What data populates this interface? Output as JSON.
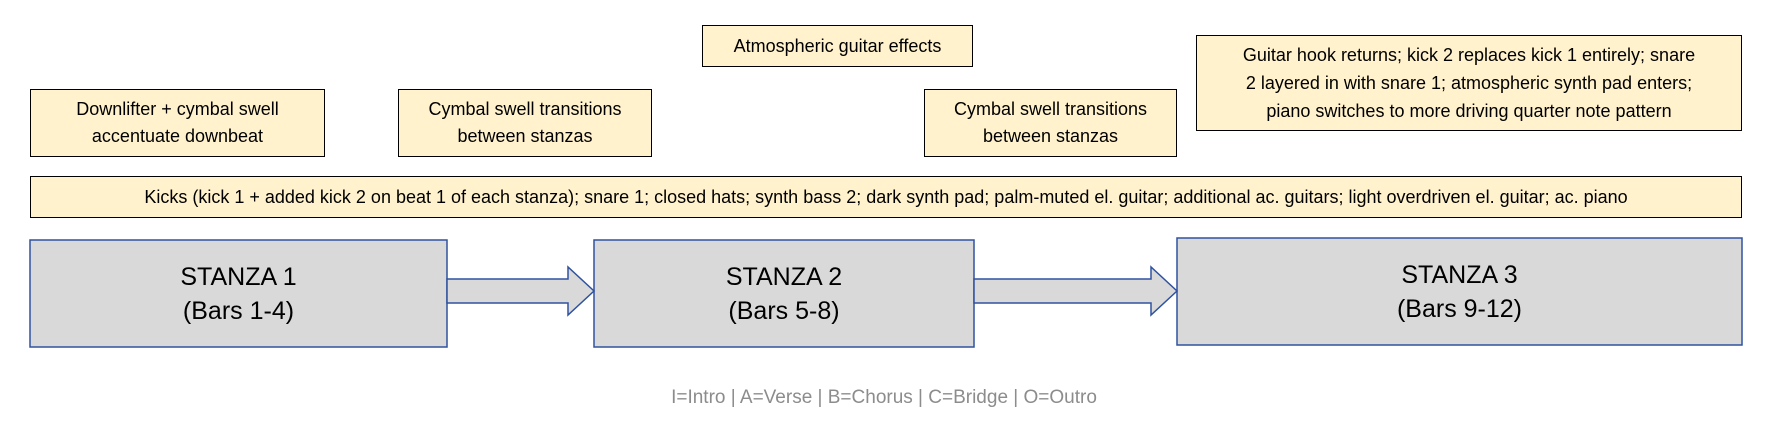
{
  "colors": {
    "note_fill": "#fff2cc",
    "stanza_fill": "#d9d9d9",
    "stanza_border": "#2f52a0",
    "legend_text": "#8c8c8c"
  },
  "notes": {
    "atmospheric": "Atmospheric guitar effects",
    "downlifter": {
      "line1": "Downlifter + cymbal swell",
      "line2": "accentuate downbeat"
    },
    "swell_1": {
      "line1": "Cymbal swell transitions",
      "line2": "between stanzas"
    },
    "swell_2": {
      "line1": "Cymbal swell transitions",
      "line2": "between stanzas"
    },
    "guitar_hook": {
      "line1": "Guitar hook returns; kick 2 replaces kick 1 entirely; snare",
      "line2": "2 layered in with snare 1; atmospheric synth pad enters;",
      "line3": "piano switches to more driving quarter note pattern"
    },
    "instruments": "Kicks (kick 1 + added kick 2 on beat 1 of each stanza); snare 1; closed hats; synth bass 2; dark synth pad; palm-muted el. guitar; additional ac. guitars; light overdriven el. guitar; ac. piano"
  },
  "stanzas": [
    {
      "title": "STANZA 1",
      "bars": "(Bars 1-4)"
    },
    {
      "title": "STANZA 2",
      "bars": "(Bars 5-8)"
    },
    {
      "title": "STANZA 3",
      "bars": "(Bars 9-12)"
    }
  ],
  "legend": "I=Intro | A=Verse | B=Chorus | C=Bridge | O=Outro"
}
